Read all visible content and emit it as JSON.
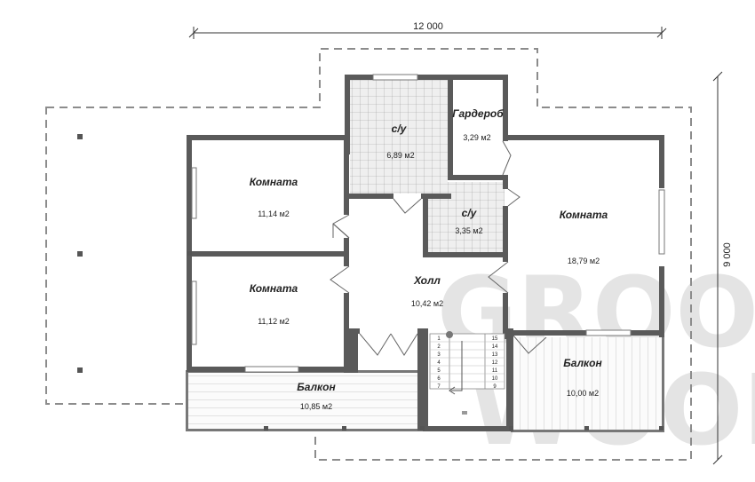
{
  "dimensions": {
    "width_label": "12 000",
    "height_label": "9 000"
  },
  "rooms": [
    {
      "key": "komnata_1",
      "name": "Комната",
      "area": "11,14 м2"
    },
    {
      "key": "komnata_2",
      "name": "Комната",
      "area": "11,12 м2"
    },
    {
      "key": "su_1",
      "name": "с/у",
      "area": "6,89 м2"
    },
    {
      "key": "garderob",
      "name": "Гардероб",
      "area": "3,29 м2"
    },
    {
      "key": "su_2",
      "name": "с/у",
      "area": "3,35 м2"
    },
    {
      "key": "holl",
      "name": "Холл",
      "area": "10,42 м2"
    },
    {
      "key": "komnata_3",
      "name": "Комната",
      "area": "18,79 м2"
    },
    {
      "key": "balkon_1",
      "name": "Балкон",
      "area": "10,85 м2"
    },
    {
      "key": "balkon_2",
      "name": "Балкон",
      "area": "10,00 м2"
    }
  ],
  "stairs": {
    "left": [
      "1",
      "2",
      "3",
      "4",
      "5",
      "6",
      "7"
    ],
    "right": [
      "15",
      "14",
      "13",
      "12",
      "11",
      "10",
      "9"
    ]
  },
  "watermark": {
    "line1": "GROOT",
    "line2": "WOOD"
  }
}
